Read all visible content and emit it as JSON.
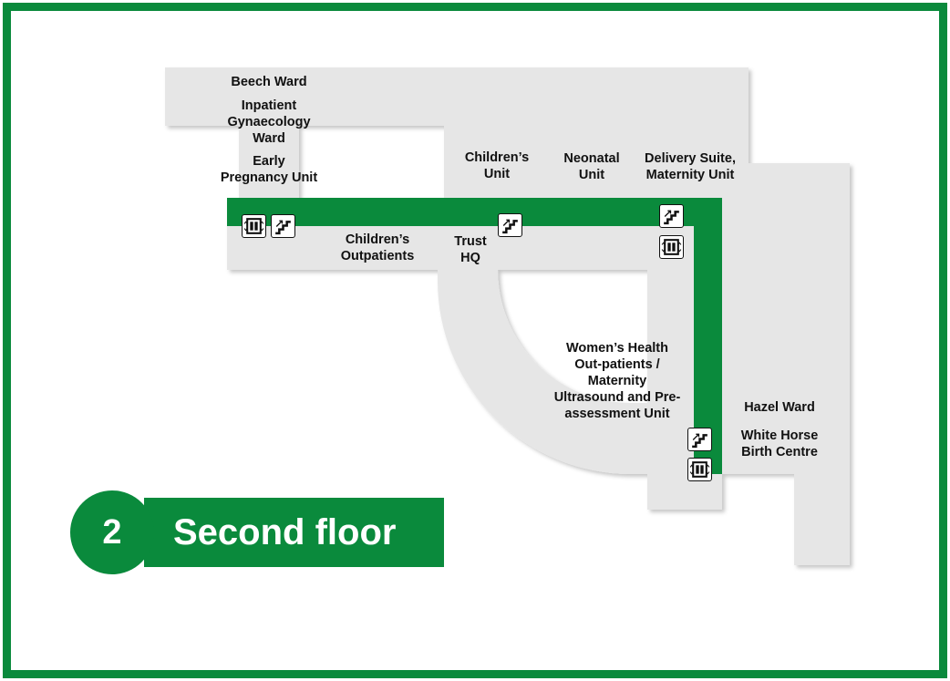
{
  "colors": {
    "accent": "#0a8a3c",
    "building": "#e6e6e6",
    "background": "#ffffff",
    "text": "#111111"
  },
  "floor": {
    "number": "2",
    "name": "Second floor"
  },
  "areas": {
    "beech_ward": "Beech Ward",
    "inpatient_gynaecology_ward": "Inpatient\nGynaecology\nWard",
    "early_pregnancy_unit": "Early\nPregnancy Unit",
    "childrens_unit": "Children’s\nUnit",
    "neonatal_unit": "Neonatal\nUnit",
    "delivery_suite": "Delivery Suite,\nMaternity Unit",
    "childrens_outpatients": "Children’s\nOutpatients",
    "trust_hq": "Trust\nHQ",
    "womens_health": "Women’s Health\nOut-patients /\nMaternity\nUltrasound and Pre-\nassessment Unit",
    "hazel_ward": "Hazel Ward",
    "white_horse": "White Horse\nBirth Centre"
  },
  "icons": {
    "lift": "lift-icon",
    "stairs": "stairs-icon"
  }
}
